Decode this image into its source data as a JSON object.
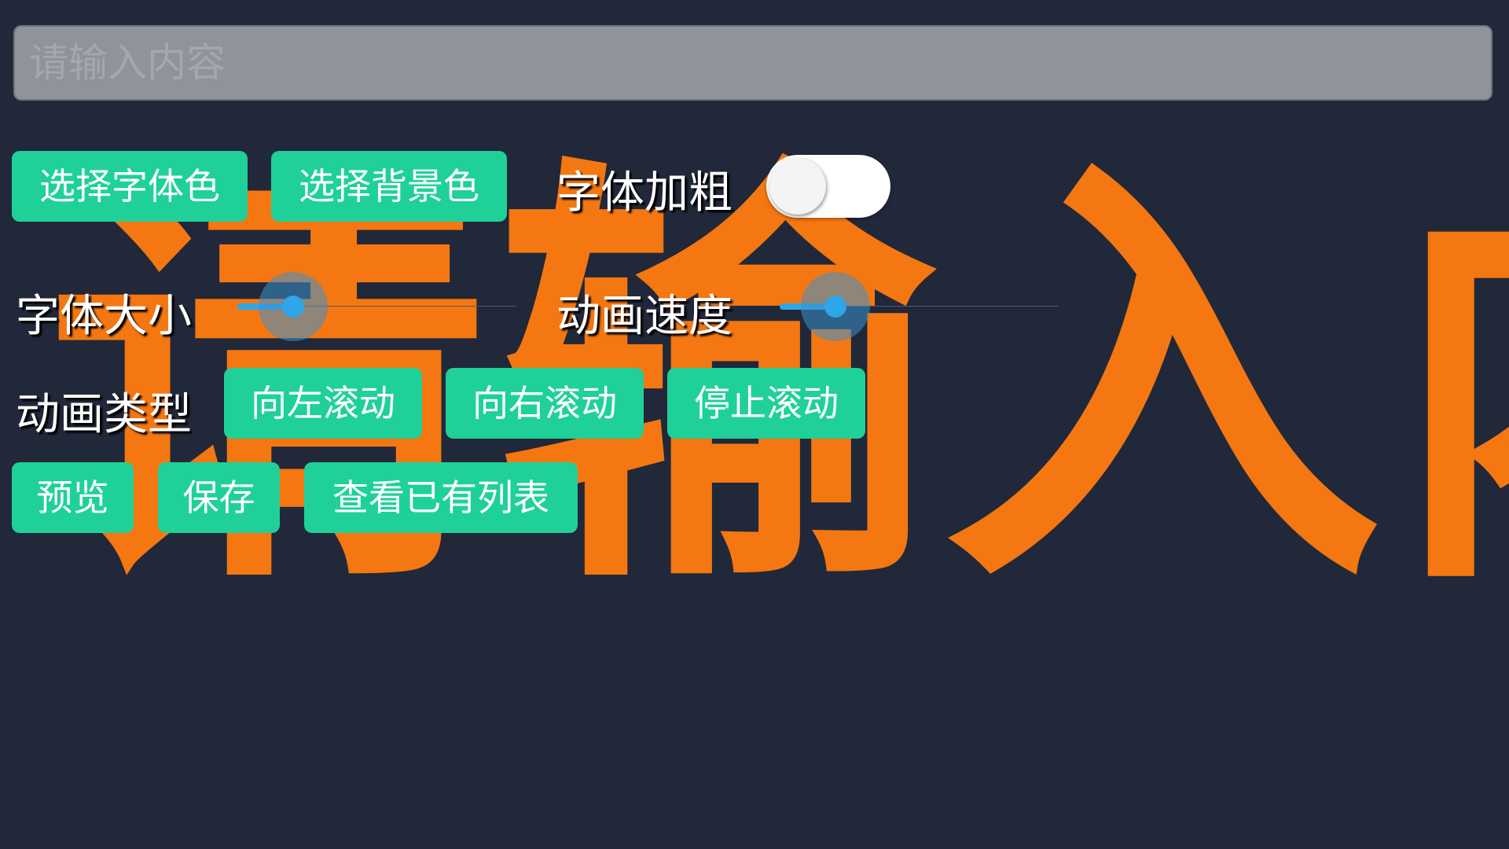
{
  "input": {
    "placeholder": "请输入内容",
    "value": ""
  },
  "buttons": {
    "font_color": "选择字体色",
    "bg_color": "选择背景色",
    "scroll_left": "向左滚动",
    "scroll_right": "向右滚动",
    "stop_scroll": "停止滚动",
    "preview": "预览",
    "save": "保存",
    "view_list": "查看已有列表"
  },
  "labels": {
    "bold": "字体加粗",
    "font_size": "字体大小",
    "anim_speed": "动画速度",
    "anim_type": "动画类型"
  },
  "bold_toggle": {
    "on": false
  },
  "sliders": {
    "font_size": {
      "value": 0.2
    },
    "anim_speed": {
      "value": 0.2
    }
  },
  "preview_text": "请输入内",
  "colors": {
    "background": "#212839",
    "button": "#1fd198",
    "preview_text": "#f47712",
    "slider_accent": "#2ea6e8",
    "input_bg": "#8e939c"
  }
}
